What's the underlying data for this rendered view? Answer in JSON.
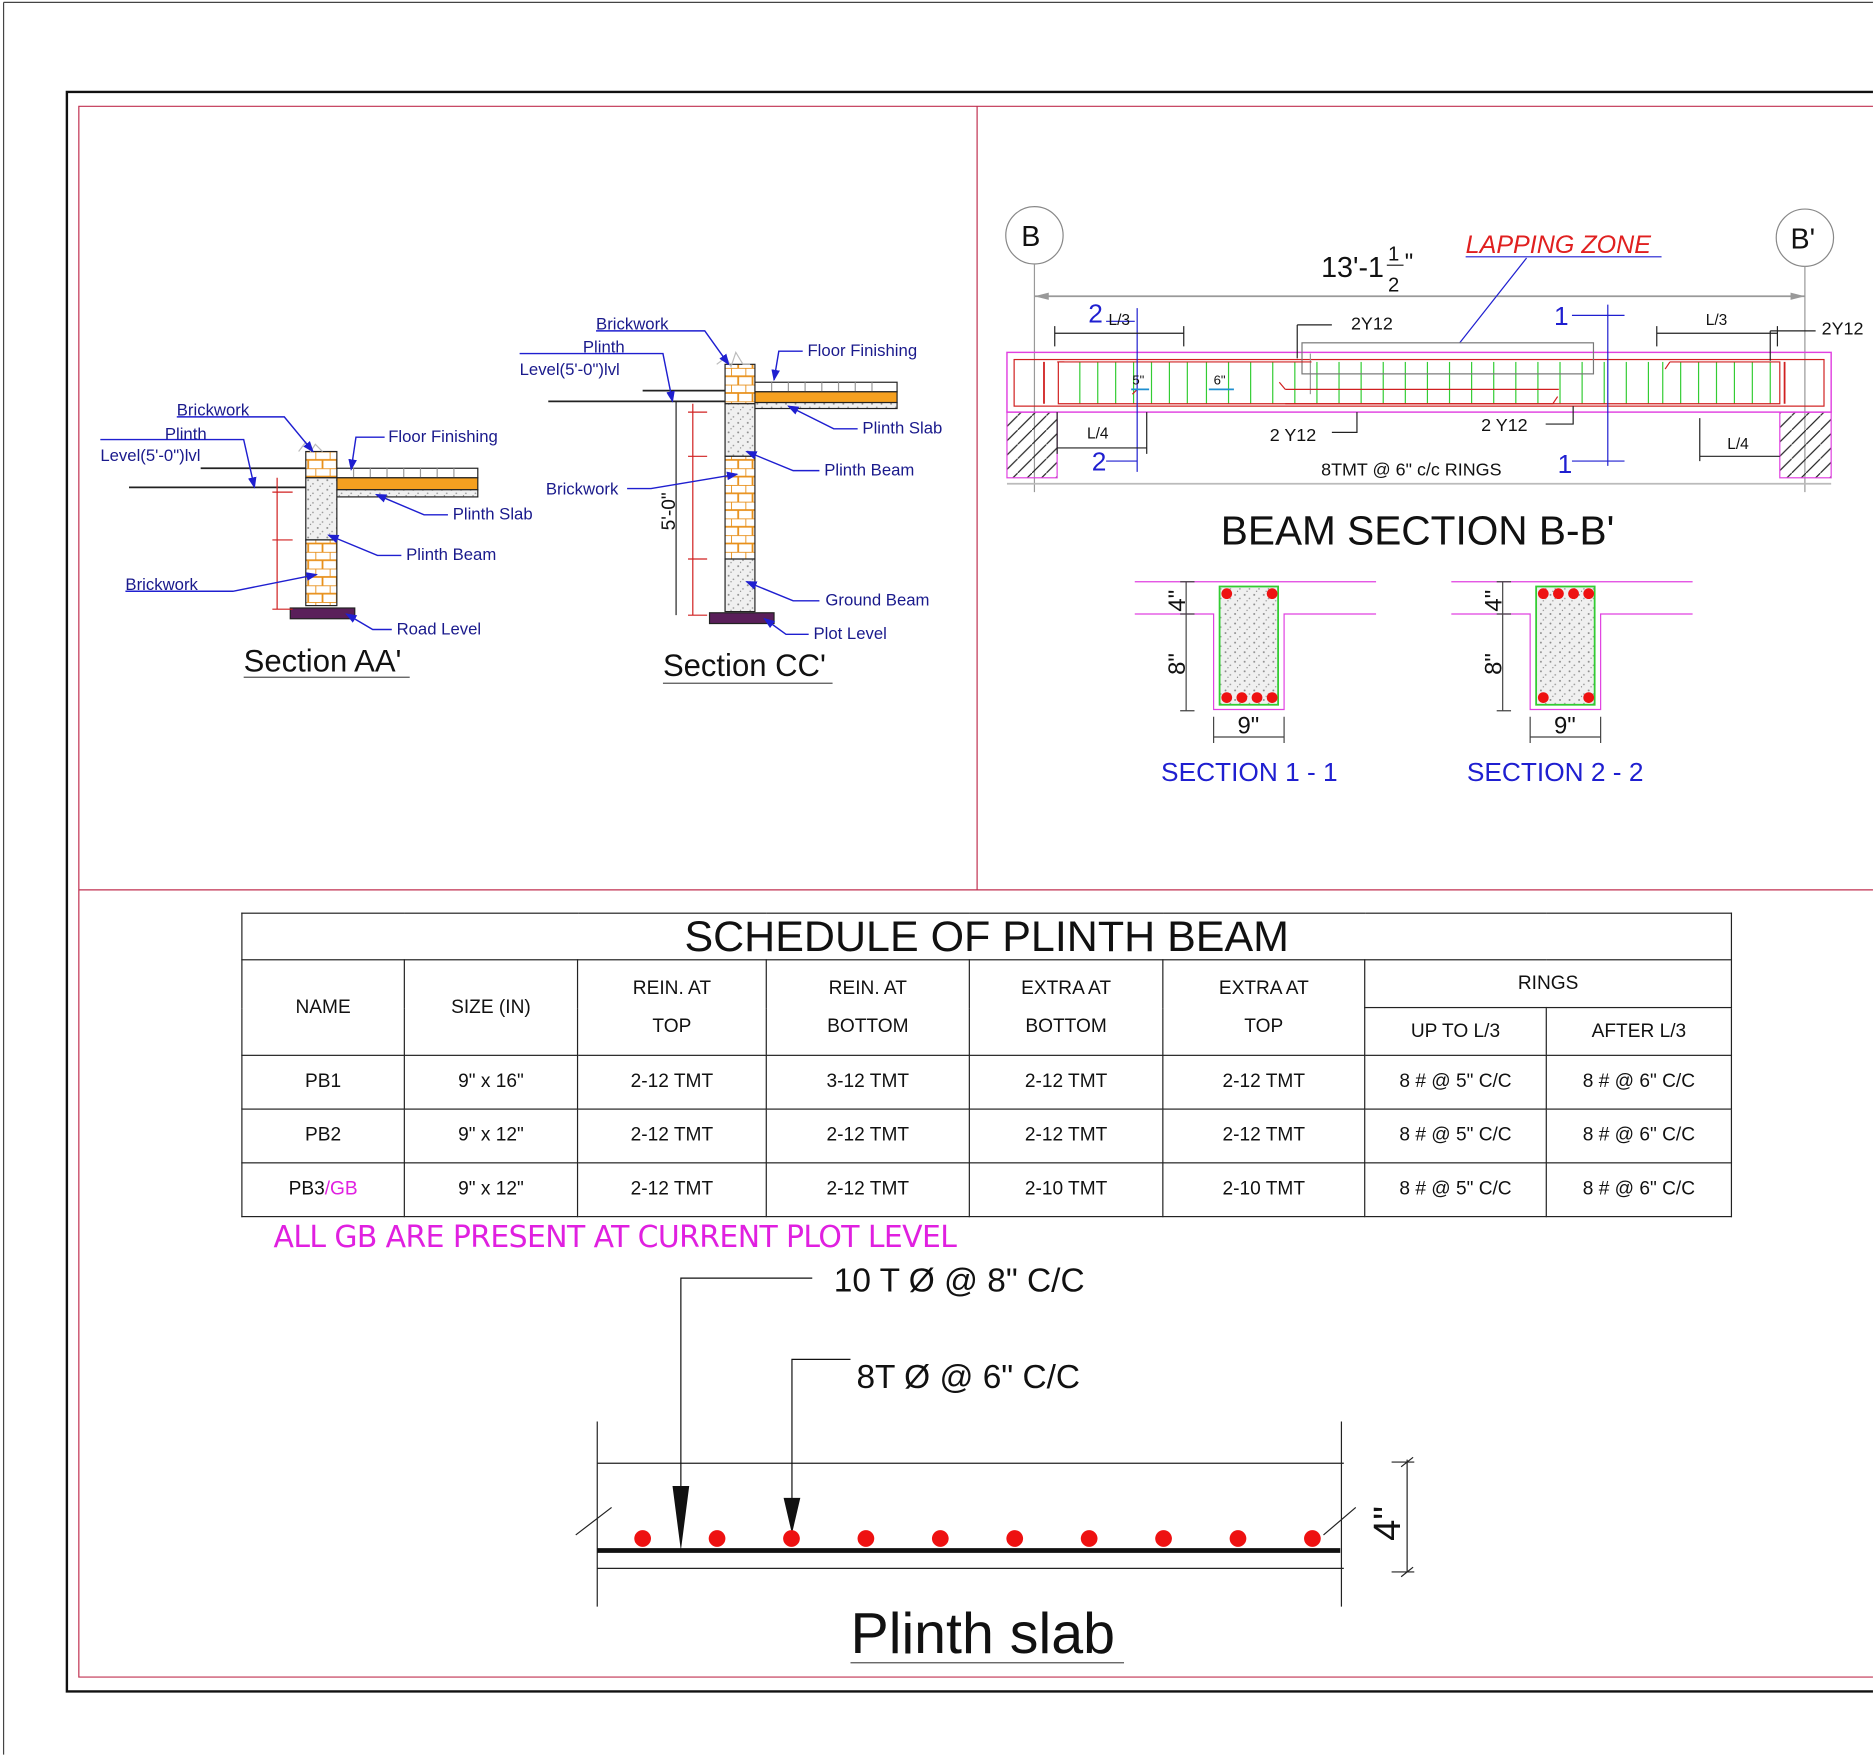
{
  "section_aa": {
    "title": "Section AA'",
    "labels": {
      "brickwork_top": "Brickwork",
      "plinth": "Plinth",
      "plinth_level": "Level(5'-0\")lvl",
      "floor_finishing": "Floor Finishing",
      "plinth_slab": "Plinth Slab",
      "plinth_beam": "Plinth Beam",
      "brickwork_bottom": "Brickwork",
      "road_level": "Road Level"
    }
  },
  "section_cc": {
    "title": "Section CC'",
    "height_dim": "5'-0\"",
    "labels": {
      "brickwork_top": "Brickwork",
      "plinth": "Plinth",
      "plinth_level": "Level(5'-0\")lvl",
      "floor_finishing": "Floor Finishing",
      "plinth_slab": "Plinth Slab",
      "plinth_beam": "Plinth Beam",
      "brickwork_mid": "Brickwork",
      "ground_beam": "Ground Beam",
      "plot_level": "Plot Level"
    }
  },
  "beam_section": {
    "title": "BEAM SECTION B-B'",
    "grid_left": "B",
    "grid_right": "B'",
    "span_main": "13'-1",
    "span_num": "1",
    "span_den": "2",
    "span_inch": "\"",
    "lapping_zone": "LAPPING ZONE",
    "marker_2": "2",
    "marker_1": "1",
    "l3": "L/3",
    "l4": "L/4",
    "bar_top_mid": "2Y12",
    "bar_top_right": "2Y12",
    "bar_bottom_left": "2 Y12",
    "bar_bottom_right": "2 Y12",
    "spacing_5": "5\"",
    "spacing_6": "6\"",
    "rings": "8TMT @ 6\" c/c RINGS",
    "colors": {
      "beam_outline": "#e040e0",
      "bars": "#e02020",
      "stirrups": "#33cc33",
      "markers": "#1f1fd0"
    }
  },
  "cross_sections": [
    {
      "title": "SECTION 1 - 1",
      "depth_top": "4\"",
      "depth_beam": "8\"",
      "width": "9\"",
      "top_bars": 2,
      "bottom_bars": 4
    },
    {
      "title": "SECTION 2 - 2",
      "depth_top": "4\"",
      "depth_beam": "8\"",
      "width": "9\"",
      "top_bars": 4,
      "bottom_bars": 2
    }
  ],
  "schedule": {
    "title": "SCHEDULE OF PLINTH BEAM",
    "headers": {
      "name": "NAME",
      "size": "SIZE (IN)",
      "rein_top_1": "REIN.  AT",
      "rein_top_2": "TOP",
      "rein_bottom_1": "REIN.  AT",
      "rein_bottom_2": "BOTTOM",
      "extra_bottom_1": "EXTRA AT",
      "extra_bottom_2": "BOTTOM",
      "extra_top_1": "EXTRA AT",
      "extra_top_2": "TOP",
      "rings": "RINGS",
      "up_to": "UP TO L/3",
      "after": "AFTER L/3"
    },
    "rows": [
      {
        "name": "PB1",
        "name_suffix": "",
        "size": "9\" x 16\"",
        "rein_top": "2-12 TMT",
        "rein_bottom": "3-12 TMT",
        "extra_bottom": "2-12 TMT",
        "extra_top": "2-12 TMT",
        "up_to": "8 # @ 5\" C/C",
        "after": "8 # @ 6\" C/C"
      },
      {
        "name": "PB2",
        "name_suffix": "",
        "size": "9\" x 12\"",
        "rein_top": "2-12 TMT",
        "rein_bottom": "2-12 TMT",
        "extra_bottom": "2-12 TMT",
        "extra_top": "2-12 TMT",
        "up_to": "8 # @ 5\" C/C",
        "after": "8 # @ 6\" C/C"
      },
      {
        "name": "PB3",
        "name_suffix": "/GB",
        "size": "9\" x 12\"",
        "rein_top": "2-12 TMT",
        "rein_bottom": "2-12 TMT",
        "extra_bottom": "2-10 TMT",
        "extra_top": "2-10 TMT",
        "up_to": "8 # @ 5\" C/C",
        "after": "8 # @ 6\" C/C"
      }
    ],
    "note": "ALL GB ARE PRESENT AT CURRENT PLOT LEVEL"
  },
  "plinth_slab": {
    "title": "Plinth slab",
    "main_bars": "10 T Ø @  8\" C/C",
    "dist_bars": "8T Ø @  6\" C/C",
    "thickness": "4\"",
    "bar_count": 10
  }
}
